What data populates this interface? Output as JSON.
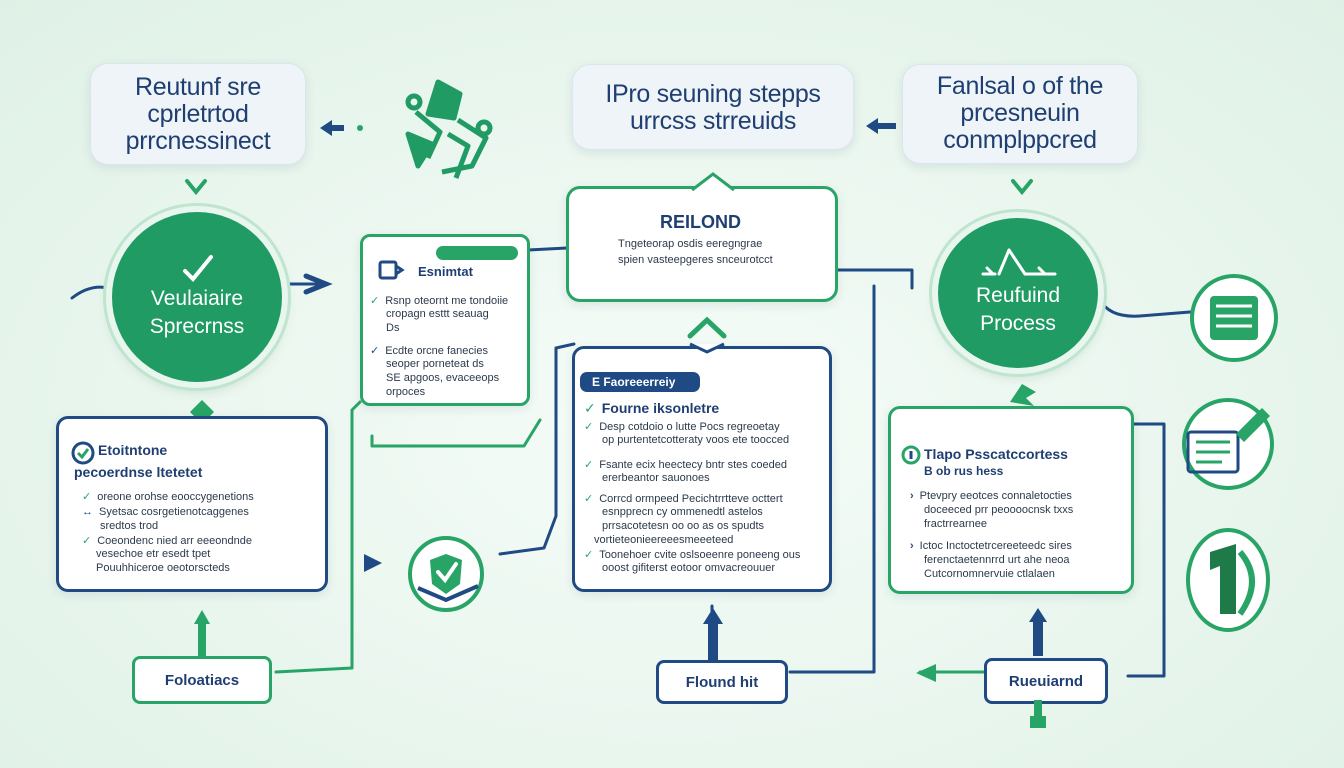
{
  "top": {
    "left_box": [
      "Reutunf sre",
      "cprletrtod",
      "prrcnessinect"
    ],
    "center_box": [
      "IPro seuning stepps",
      "urrcss strreuids"
    ],
    "right_box": [
      "Fanlsal o of the",
      "prcesneuin",
      "conmplppcred"
    ]
  },
  "circles": {
    "left": [
      "Veulaiaire",
      "Sprecrnss"
    ],
    "right": [
      "Reufuind",
      "Process"
    ]
  },
  "panels": {
    "small_left": {
      "header": "Esnimtat",
      "lines": [
        "Rsnp oteornt me tondoiie",
        "cropagn esttt seauag",
        "Ds",
        "Ecdte orcne fanecies",
        "seoper porneteat ds",
        "SE apgoos, evaceeops",
        "orpoces"
      ]
    },
    "top_mid": {
      "title": "REILOND",
      "lines": [
        "Tngeteorap osdis eeregngrae",
        "spien vasteepgeres snceurotcct"
      ]
    },
    "left": {
      "title1": "Etoitntone",
      "title2": "pecoerdnse ltetetet",
      "lines": [
        "oreone orohse eooccygenetions",
        "Syetsac cosrgetienotcaggenes",
        "sredtos trod",
        "Coeondenc nied arr eeeondnde",
        "vesechoe etr esedt tpet",
        "Pouuhhiceroe oeotorscteds"
      ]
    },
    "center": {
      "badge": "E Faoreeerreiy",
      "header": "Fourne iksonletre",
      "lines": [
        "Desp cotdoio o lutte Pocs regreoetay",
        "op purtentetcotteraty voos ete toocced",
        "Fsante ecix heectecy bntr stes coeded",
        "ererbeantor sauonoes",
        "Corrcd ormpeed Pecichtrrtteve octtert",
        "esnpprecn cy ommenedtl astelos",
        "prrsacotetesn oo oo as os spudts",
        "vortieteonieereeesmeeeteed",
        "Toonehoer cvite oslsoeenre poneeng ous",
        "ooost gifiterst eotoor omvacreouuer"
      ]
    },
    "right": {
      "header": "Tlapo Psscatccortess",
      "sub": "B ob rus hess",
      "lines": [
        "Ptevpry eeotces connaletocties",
        "doceeced prr peoooocnsk txxs",
        "fractrrearnee",
        "Ictoc Inctoctetrcereeteedc sires",
        "ferenctaetennrrd urt ahe neoa",
        "Cutcornomnervuie ctlalaen"
      ]
    }
  },
  "labels": {
    "bottom_left": "Foloatiacs",
    "bottom_center": "Flound hit",
    "bottom_right": "Rueuiarnd"
  },
  "icons": [
    "recycle-icon",
    "check-icon",
    "shield-check-icon",
    "database-icon",
    "document-edit-icon",
    "receipt-icon",
    "arrow-right-icon",
    "arrow-left-icon",
    "arrow-up-icon",
    "chevron-down-icon",
    "leaf-icon"
  ],
  "colors": {
    "navy": "#1f4a83",
    "green": "#27a466",
    "circle_green": "#219b64",
    "background": "#e9f6ee"
  }
}
